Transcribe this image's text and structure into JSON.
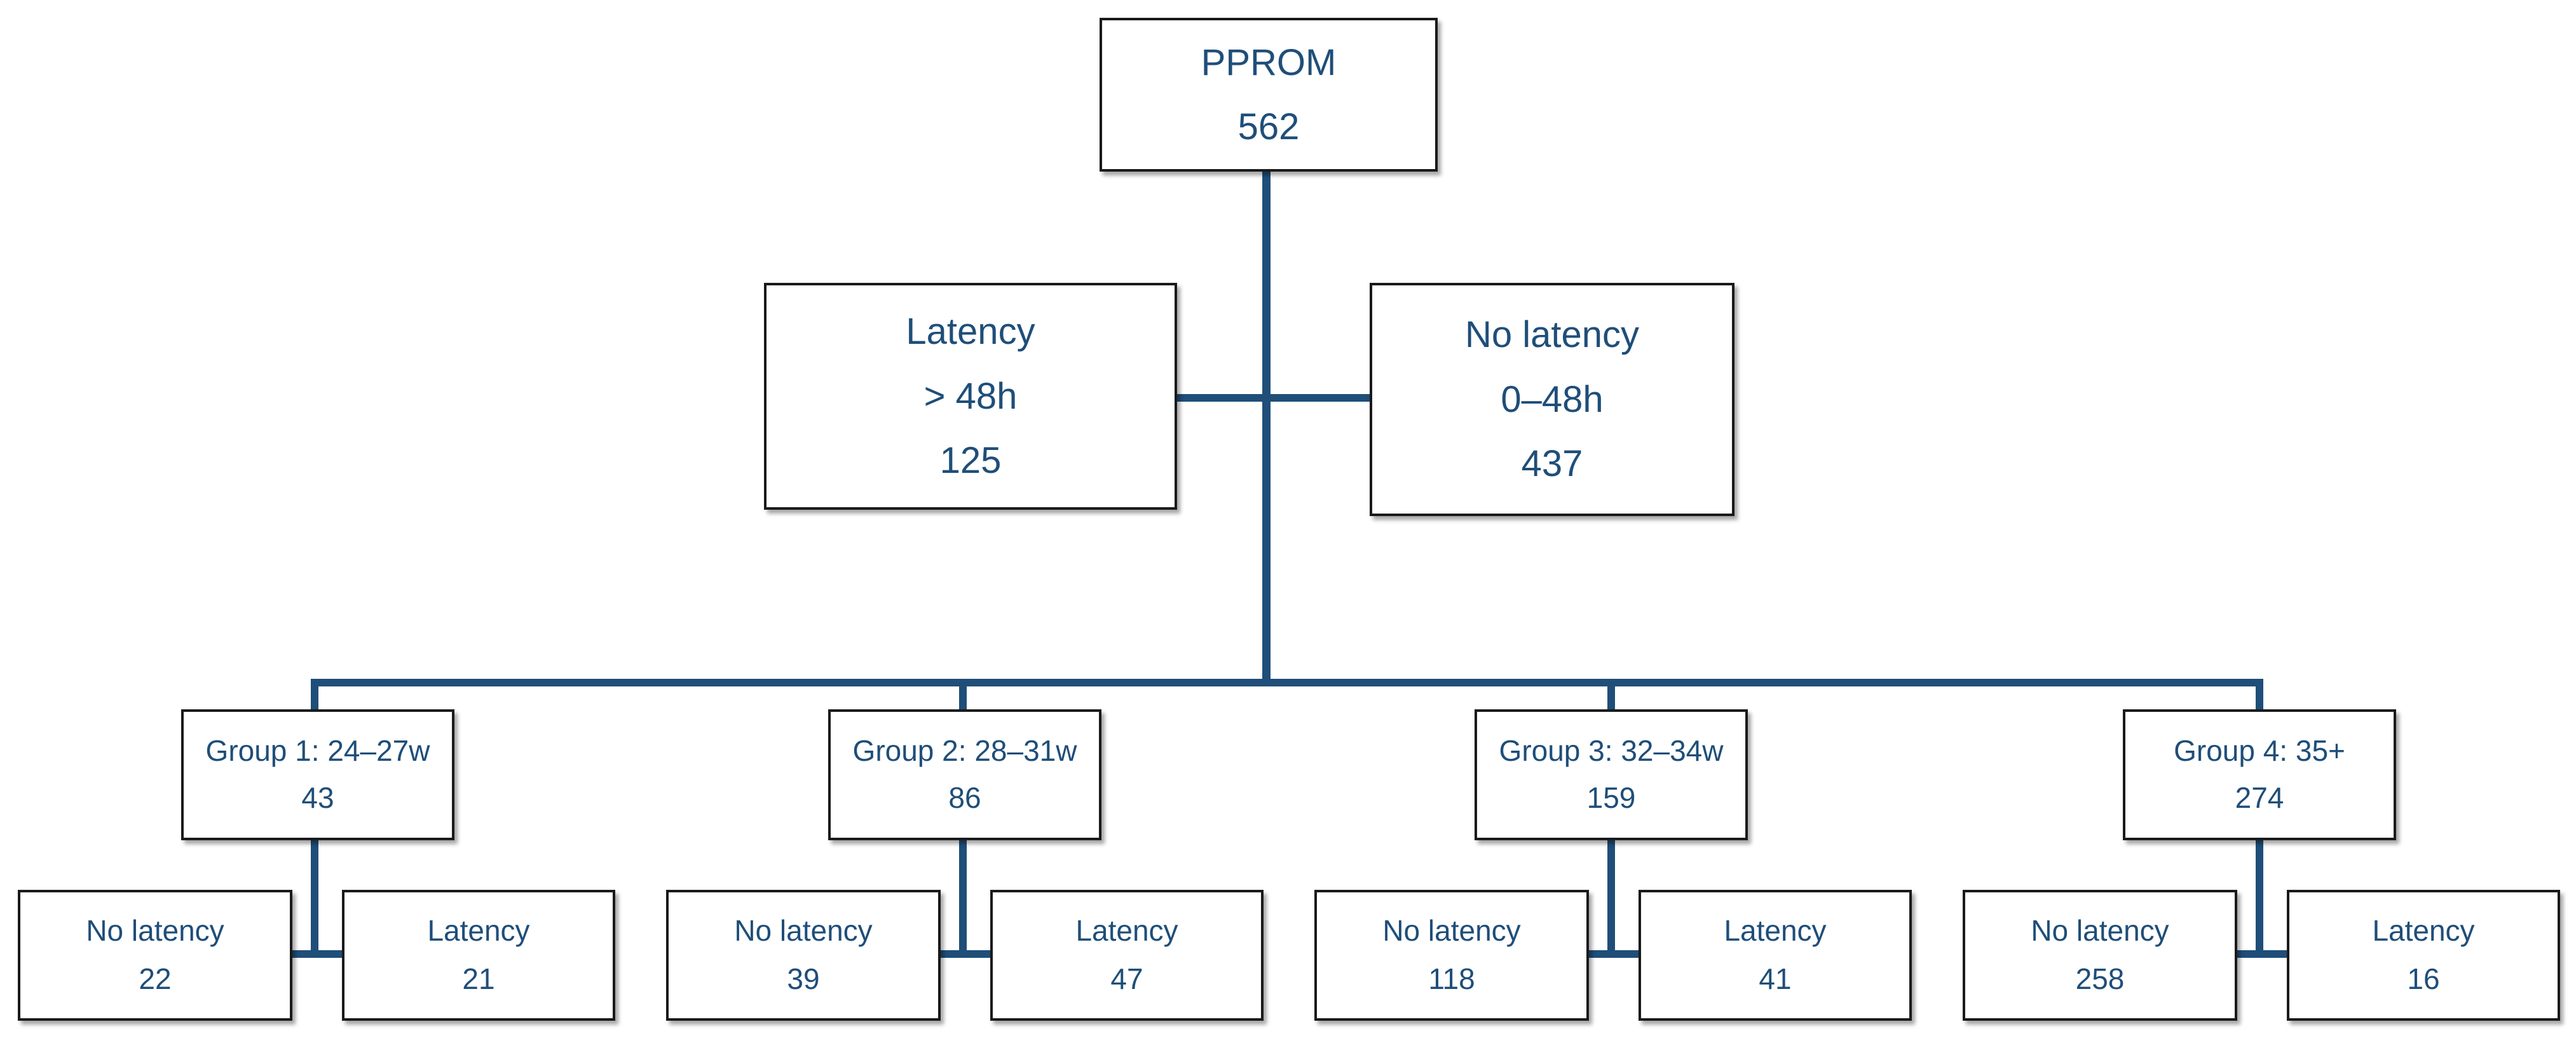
{
  "colors": {
    "line": "#1f4e79",
    "text": "#1f4e79",
    "border": "#1a1a1a"
  },
  "root": {
    "label": "PPROM",
    "count": "562"
  },
  "latency": {
    "label": "Latency",
    "range": "> 48h",
    "count": "125"
  },
  "no_latency": {
    "label": "No latency",
    "range": "0–48h",
    "count": "437"
  },
  "groups": [
    {
      "label": "Group 1: 24–27w",
      "count": "43",
      "no_latency": {
        "label": "No latency",
        "count": "22"
      },
      "latency": {
        "label": "Latency",
        "count": "21"
      }
    },
    {
      "label": "Group 2: 28–31w",
      "count": "86",
      "no_latency": {
        "label": "No latency",
        "count": "39"
      },
      "latency": {
        "label": "Latency",
        "count": "47"
      }
    },
    {
      "label": "Group 3: 32–34w",
      "count": "159",
      "no_latency": {
        "label": "No latency",
        "count": "118"
      },
      "latency": {
        "label": "Latency",
        "count": "41"
      }
    },
    {
      "label": "Group 4: 35+",
      "count": "274",
      "no_latency": {
        "label": "No latency",
        "count": "258"
      },
      "latency": {
        "label": "Latency",
        "count": "16"
      }
    }
  ]
}
